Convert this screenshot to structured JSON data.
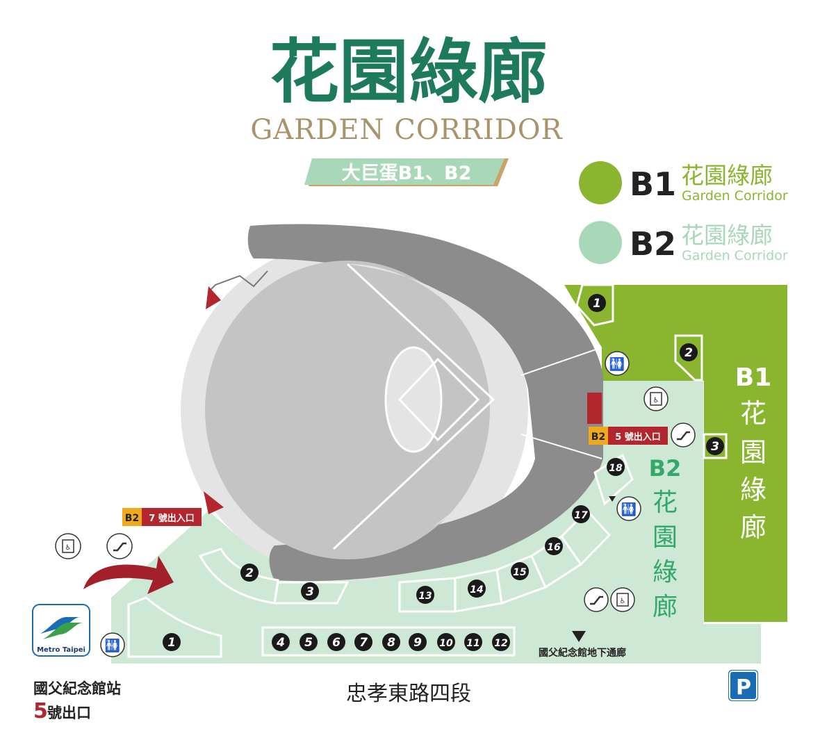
{
  "header": {
    "title_zh": "花園綠廊",
    "title_en": "GARDEN CORRIDOR",
    "subtitle_badge": "大巨蛋B1、B2"
  },
  "legend": {
    "b1": {
      "level": "B1",
      "name_zh": "花園綠廊",
      "name_en": "Garden Corridor",
      "color": "#8ab52f"
    },
    "b2": {
      "level": "B2",
      "name_zh": "花園綠廊",
      "name_en": "Garden Corridor",
      "color": "#a9d8b8"
    }
  },
  "zones": {
    "b1_level": "B1",
    "b1_vertical": [
      "花",
      "園",
      "綠",
      "廊"
    ],
    "b2_level": "B2",
    "b2_vertical": [
      "花",
      "園",
      "綠",
      "廊"
    ]
  },
  "entrances": {
    "exit5": {
      "level": "B2",
      "label": "5 號出入口"
    },
    "exit7": {
      "level": "B2",
      "label": "7 號出入口"
    }
  },
  "shops": {
    "b1": [
      "1",
      "2",
      "3"
    ],
    "b2_inner": [
      "2",
      "3"
    ],
    "b2_left": "1",
    "b2_curve": [
      "13",
      "14",
      "15",
      "16",
      "17",
      "18"
    ],
    "b2_row": [
      "4",
      "5",
      "6",
      "7",
      "8",
      "9",
      "10",
      "11",
      "12"
    ]
  },
  "labels": {
    "underpass": "國父紀念館地下通廊",
    "road": "忠孝東路四段",
    "metro_logo": "Metro Taipei",
    "station": "國父紀念館站",
    "exit_num": "5",
    "exit_text": "號出口",
    "parking": "P"
  },
  "icons": [
    "restroom-icon",
    "elevator-icon",
    "escalator-icon",
    "parking-icon",
    "metro-icon"
  ],
  "colors": {
    "title_green": "#1e7a5c",
    "title_gold": "#a8936a",
    "b1_green": "#8ab52f",
    "b2_green": "#cde8d4",
    "b2_text": "#34a86a",
    "exit_red": "#b3262d",
    "exit_yellow": "#f0a81c",
    "arrow_red": "#a3202a",
    "parking_blue": "#1a6cb5",
    "dome_dark": "#8c8c8c",
    "dome_mid": "#c4c4c4",
    "dome_light": "#e4e4e4"
  }
}
